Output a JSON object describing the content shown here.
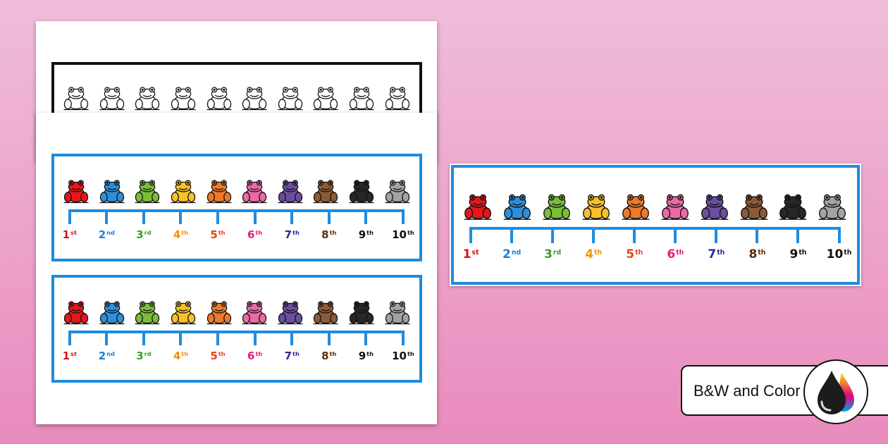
{
  "badge": {
    "label": "B&W and Color",
    "icon": "ink-drops-icon"
  },
  "frog_colors": [
    "#e4171c",
    "#2e8fd8",
    "#7bbd3a",
    "#f6c12a",
    "#ec7a2a",
    "#ea6aa6",
    "#6b4e9e",
    "#8b5a36",
    "#2a2626",
    "#a3a3a3"
  ],
  "bw_frog_color": "#ffffff",
  "line_color": "#1e8ce0",
  "ordinals": [
    {
      "num": "1",
      "suffix": "st",
      "color": "#d9121b"
    },
    {
      "num": "2",
      "suffix": "nd",
      "color": "#1b7fd6"
    },
    {
      "num": "3",
      "suffix": "rd",
      "color": "#3a9e2b"
    },
    {
      "num": "4",
      "suffix": "th",
      "color": "#f39200"
    },
    {
      "num": "5",
      "suffix": "th",
      "color": "#e84613"
    },
    {
      "num": "6",
      "suffix": "th",
      "color": "#e5197b"
    },
    {
      "num": "7",
      "suffix": "th",
      "color": "#2a2a8f"
    },
    {
      "num": "8",
      "suffix": "th",
      "color": "#5a2a0a"
    },
    {
      "num": "9",
      "suffix": "th",
      "color": "#111111"
    },
    {
      "num": "10",
      "suffix": "th",
      "color": "#111111"
    }
  ]
}
